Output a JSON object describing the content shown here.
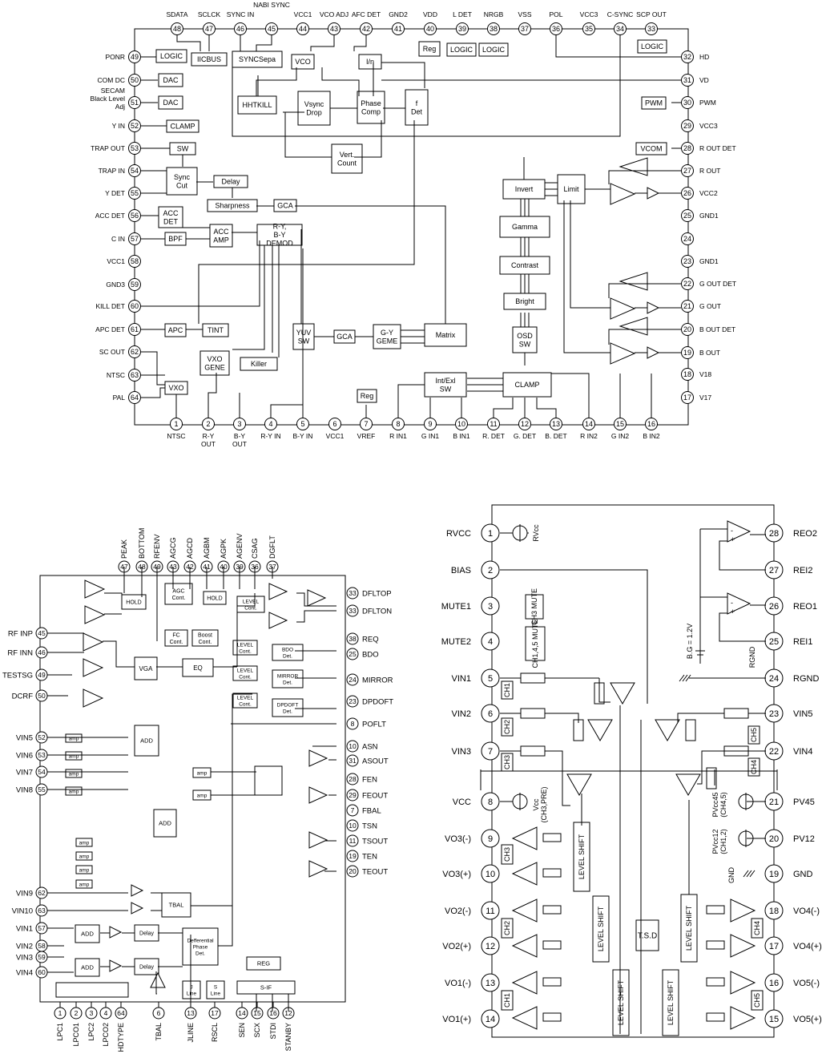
{
  "diagram1": {
    "top_pins": [
      {
        "n": "48",
        "label": "SDATA"
      },
      {
        "n": "47",
        "label": "SCLCK"
      },
      {
        "n": "46",
        "label": "SYNC IN"
      },
      {
        "n": "45",
        "label": "NABI SYNC"
      },
      {
        "n": "44",
        "label": "VCC1"
      },
      {
        "n": "43",
        "label": "VCO ADJ"
      },
      {
        "n": "42",
        "label": "AFC DET"
      },
      {
        "n": "41",
        "label": "GND2"
      },
      {
        "n": "40",
        "label": "VDD"
      },
      {
        "n": "39",
        "label": "L DET"
      },
      {
        "n": "38",
        "label": "NRGB"
      },
      {
        "n": "37",
        "label": "VSS"
      },
      {
        "n": "36",
        "label": "POL"
      },
      {
        "n": "35",
        "label": "VCC3"
      },
      {
        "n": "34",
        "label": "C-SYNC"
      },
      {
        "n": "33",
        "label": "SCP OUT"
      }
    ],
    "left_pins": [
      {
        "n": "49",
        "label": "PONR"
      },
      {
        "n": "50",
        "label": "COM DC"
      },
      {
        "n": "51",
        "label": "SECAM Black Level Adj"
      },
      {
        "n": "52",
        "label": "Y IN"
      },
      {
        "n": "53",
        "label": "TRAP OUT"
      },
      {
        "n": "54",
        "label": "TRAP IN"
      },
      {
        "n": "55",
        "label": "Y DET"
      },
      {
        "n": "56",
        "label": "ACC DET"
      },
      {
        "n": "57",
        "label": "C IN"
      },
      {
        "n": "58",
        "label": "VCC1"
      },
      {
        "n": "59",
        "label": "GND3"
      },
      {
        "n": "60",
        "label": "KILL DET"
      },
      {
        "n": "61",
        "label": "APC DET"
      },
      {
        "n": "62",
        "label": "SC OUT"
      },
      {
        "n": "63",
        "label": "NTSC"
      },
      {
        "n": "64",
        "label": "PAL"
      }
    ],
    "right_pins": [
      {
        "n": "32",
        "label": "HD"
      },
      {
        "n": "31",
        "label": "VD"
      },
      {
        "n": "30",
        "label": "PWM"
      },
      {
        "n": "29",
        "label": "VCC3"
      },
      {
        "n": "28",
        "label": "R OUT DET"
      },
      {
        "n": "27",
        "label": "R OUT"
      },
      {
        "n": "26",
        "label": "VCC2"
      },
      {
        "n": "25",
        "label": "GND1"
      },
      {
        "n": "24",
        "label": ""
      },
      {
        "n": "23",
        "label": "GND1"
      },
      {
        "n": "22",
        "label": "G OUT DET"
      },
      {
        "n": "21",
        "label": "G OUT"
      },
      {
        "n": "20",
        "label": "B OUT DET"
      },
      {
        "n": "19",
        "label": "B OUT"
      },
      {
        "n": "18",
        "label": "V18"
      },
      {
        "n": "17",
        "label": "V17"
      }
    ],
    "bottom_pins": [
      {
        "n": "1",
        "label": "NTSC"
      },
      {
        "n": "2",
        "label": "R-Y OUT"
      },
      {
        "n": "3",
        "label": "B-Y OUT"
      },
      {
        "n": "4",
        "label": "R-Y IN"
      },
      {
        "n": "5",
        "label": "B-Y IN"
      },
      {
        "n": "6",
        "label": "VCC1"
      },
      {
        "n": "7",
        "label": "VREF"
      },
      {
        "n": "8",
        "label": "R IN1"
      },
      {
        "n": "9",
        "label": "G IN1"
      },
      {
        "n": "10",
        "label": "B IN1"
      },
      {
        "n": "11",
        "label": "R. DET"
      },
      {
        "n": "12",
        "label": "G. DET"
      },
      {
        "n": "13",
        "label": "B. DET"
      },
      {
        "n": "14",
        "label": "R IN2"
      },
      {
        "n": "15",
        "label": "G IN2"
      },
      {
        "n": "16",
        "label": "B IN2"
      }
    ],
    "blocks": {
      "logic": "LOGIC",
      "iicbus": "IICBUS",
      "syncsepa": "SYNCSepa",
      "vco": "VCO",
      "in_div": "I/n",
      "reg": "Reg",
      "hhtkill": "HHTKILL",
      "vsync_drop": "Vsync Drop",
      "phase_comp": "Phase Comp",
      "f_det": "f Det",
      "dac": "DAC",
      "clamp": "CLAMP",
      "sw": "SW",
      "sync_cut": "Sync Cut",
      "delay": "Delay",
      "sharpness": "Sharpness",
      "gca": "GCA",
      "vert_count": "Vert. Count",
      "acc_det": "ACC DET",
      "acc_amp": "ACC AMP",
      "bpf": "BPF",
      "demod": "R-Y, B-Y DEMOD",
      "apc": "APC",
      "tint": "TINT",
      "vxo_gene": "VXO GENE",
      "killer": "Killer",
      "vxo": "VXO",
      "yuv_sw": "YUV SW",
      "gy_geme": "G-Y GEME",
      "matrix": "Matrix",
      "intexl_sw": "Int/Exl SW",
      "osd_sw": "OSD SW",
      "bright": "Bright",
      "contrast": "Contrast",
      "gamma": "Gamma",
      "invert": "Invert",
      "limit": "Limit",
      "pwm": "PWM",
      "vcom": "VCOM"
    }
  },
  "diagram2": {
    "top_pins": [
      {
        "n": "47",
        "label": "PEAK"
      },
      {
        "n": "48",
        "label": "BOTTOM"
      },
      {
        "n": "49",
        "label": "RFENV"
      },
      {
        "n": "43",
        "label": "AGCG"
      },
      {
        "n": "42",
        "label": "AGCD"
      },
      {
        "n": "41",
        "label": "AGBM"
      },
      {
        "n": "40",
        "label": "AGPK"
      },
      {
        "n": "39",
        "label": "AGENV"
      },
      {
        "n": "36",
        "label": "CSAG"
      },
      {
        "n": "37",
        "label": "DGFLT"
      }
    ],
    "left_pins": [
      {
        "n": "45",
        "label": "RF INP"
      },
      {
        "n": "46",
        "label": "RF INN"
      },
      {
        "n": "49",
        "label": "TESTSG"
      },
      {
        "n": "50",
        "label": "DCRF"
      },
      {
        "n": "52",
        "label": "VIN5"
      },
      {
        "n": "53",
        "label": "VIN6"
      },
      {
        "n": "54",
        "label": "VIN7"
      },
      {
        "n": "55",
        "label": "VIN8"
      },
      {
        "n": "62",
        "label": "VIN9"
      },
      {
        "n": "63",
        "label": "VIN10"
      },
      {
        "n": "57",
        "label": "VIN1"
      },
      {
        "n": "58",
        "label": "VIN2"
      },
      {
        "n": "59",
        "label": "VIN3"
      },
      {
        "n": "60",
        "label": "VIN4"
      }
    ],
    "right_pins": [
      {
        "n": "33",
        "label": "DFLTOP"
      },
      {
        "n": "33",
        "label": "DFLTON"
      },
      {
        "n": "38",
        "label": "REQ"
      },
      {
        "n": "25",
        "label": "BDO"
      },
      {
        "n": "24",
        "label": "MIRROR"
      },
      {
        "n": "23",
        "label": "DPDOFT"
      },
      {
        "n": "8",
        "label": "POFLT"
      },
      {
        "n": "10",
        "label": "ASN"
      },
      {
        "n": "31",
        "label": "ASOUT"
      },
      {
        "n": "28",
        "label": "FEN"
      },
      {
        "n": "29",
        "label": "FEOUT"
      },
      {
        "n": "7",
        "label": "FBAL"
      },
      {
        "n": "10",
        "label": "TSN"
      },
      {
        "n": "11",
        "label": "TSOUT"
      },
      {
        "n": "19",
        "label": "TEN"
      },
      {
        "n": "20",
        "label": "TEOUT"
      }
    ],
    "bottom_pins": [
      {
        "n": "1",
        "label": "LPC1"
      },
      {
        "n": "2",
        "label": "LPCO1"
      },
      {
        "n": "3",
        "label": "LPC2"
      },
      {
        "n": "4",
        "label": "LPCO2"
      },
      {
        "n": "64",
        "label": "HDTYPE"
      },
      {
        "n": "6",
        "label": "TBAL"
      },
      {
        "n": "13",
        "label": "JLINE"
      },
      {
        "n": "17",
        "label": "RSCL"
      },
      {
        "n": "14",
        "label": "SEN"
      },
      {
        "n": "15",
        "label": "SCX"
      },
      {
        "n": "16",
        "label": "STDI"
      },
      {
        "n": "12",
        "label": "STANBY"
      }
    ],
    "blocks": {
      "hold": "HOLD",
      "agc_cont": "AGC Cont.",
      "level_cont": "LEVEL Cont.",
      "fc_cont": "FC Cont.",
      "boost_cont": "Boost Cont.",
      "vga": "VGA",
      "eq": "EQ",
      "bdo_det": "BDO Det.",
      "mirror_det": "MIRROR Det.",
      "dpdoft_det": "DPDOFT Det.",
      "add": "ADD",
      "amp": "amp",
      "tbal": "TBAL",
      "delay": "Delay",
      "diff_phase": "Defferential Phase Det.",
      "reg": "REG",
      "sif": "S-IF",
      "j_line": "J Line",
      "s_line": "S Line"
    }
  },
  "diagram3": {
    "left_pins": [
      {
        "n": "1",
        "label": "RVCC"
      },
      {
        "n": "2",
        "label": "BIAS"
      },
      {
        "n": "3",
        "label": "MUTE1"
      },
      {
        "n": "4",
        "label": "MUTE2"
      },
      {
        "n": "5",
        "label": "VIN1"
      },
      {
        "n": "6",
        "label": "VIN2"
      },
      {
        "n": "7",
        "label": "VIN3"
      },
      {
        "n": "8",
        "label": "VCC"
      },
      {
        "n": "9",
        "label": "VO3(-)"
      },
      {
        "n": "10",
        "label": "VO3(+)"
      },
      {
        "n": "11",
        "label": "VO2(-)"
      },
      {
        "n": "12",
        "label": "VO2(+)"
      },
      {
        "n": "13",
        "label": "VO1(-)"
      },
      {
        "n": "14",
        "label": "VO1(+)"
      }
    ],
    "right_pins": [
      {
        "n": "28",
        "label": "REO2"
      },
      {
        "n": "27",
        "label": "REI2"
      },
      {
        "n": "26",
        "label": "REO1"
      },
      {
        "n": "25",
        "label": "REI1"
      },
      {
        "n": "24",
        "label": "RGND"
      },
      {
        "n": "23",
        "label": "VIN5"
      },
      {
        "n": "22",
        "label": "VIN4"
      },
      {
        "n": "21",
        "label": "PV45"
      },
      {
        "n": "20",
        "label": "PV12"
      },
      {
        "n": "19",
        "label": "GND"
      },
      {
        "n": "18",
        "label": "VO4(-)"
      },
      {
        "n": "17",
        "label": "VO4(+)"
      },
      {
        "n": "16",
        "label": "VO5(-)"
      },
      {
        "n": "15",
        "label": "VO5(+)"
      }
    ],
    "labels": {
      "rvcc": "RVcc",
      "ch3_mute": "CH3 MUTE",
      "ch145_mute": "CH1,4,5 MUTE",
      "bg": "B.G = 1.2V",
      "rgnd": "RGND",
      "ch1": "CH1",
      "ch2": "CH2",
      "ch3": "CH3",
      "ch4": "CH4",
      "ch5": "CH5",
      "vcc_pre": "Vcc (CH3,PRE)",
      "pvcc45": "PVcc45 (CH4,5)",
      "pvcc12": "PVcc12 (CH1,2)",
      "gnd": "GND",
      "level_shift": "LEVEL SHIFT",
      "tsd": "T.S.D"
    }
  }
}
